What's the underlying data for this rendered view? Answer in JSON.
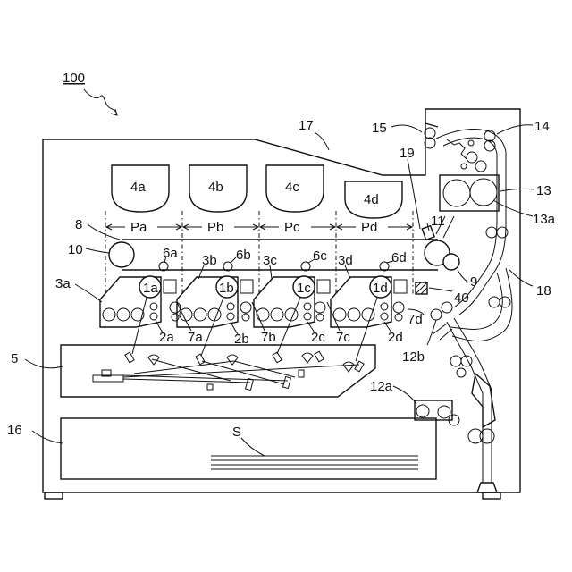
{
  "colors": {
    "line": "#111111",
    "background": "#ffffff"
  },
  "labels": {
    "apparatus": "100",
    "outer_cover": "17",
    "fixing_unit": "13",
    "fixing_roller": "13a",
    "exit_roller": "14",
    "output_tray": "15",
    "registration_sensor": "19",
    "belt_cleaner": "11",
    "secondary_transfer": "9",
    "sensor": "40",
    "transport_path": "18",
    "secondary_transfer_roller": "7d",
    "feed_roller_b": "12b",
    "feed_roller_a": "12a",
    "exposure_unit": "5",
    "paper_cassette": "16",
    "sheets": "S",
    "transfer_belt": "8",
    "drive_roller": "10",
    "cleaner_left": "3a",
    "toner_a": "4a",
    "toner_b": "4b",
    "toner_c": "4c",
    "toner_d": "4d",
    "station_a": "Pa",
    "station_b": "Pb",
    "station_c": "Pc",
    "station_d": "Pd",
    "charger_a": "6a",
    "charger_b": "6b",
    "charger_c": "6c",
    "charger_d": "6d",
    "dev_b": "3b",
    "dev_c": "3c",
    "dev_d": "3d",
    "drum_a": "1a",
    "drum_b": "1b",
    "drum_c": "1c",
    "drum_d": "1d",
    "cleaning_a": "2a",
    "cleaning_b": "2b",
    "cleaning_c": "2c",
    "cleaning_d": "2d",
    "primary_a": "7a",
    "primary_b": "7b",
    "primary_c": "7c"
  }
}
